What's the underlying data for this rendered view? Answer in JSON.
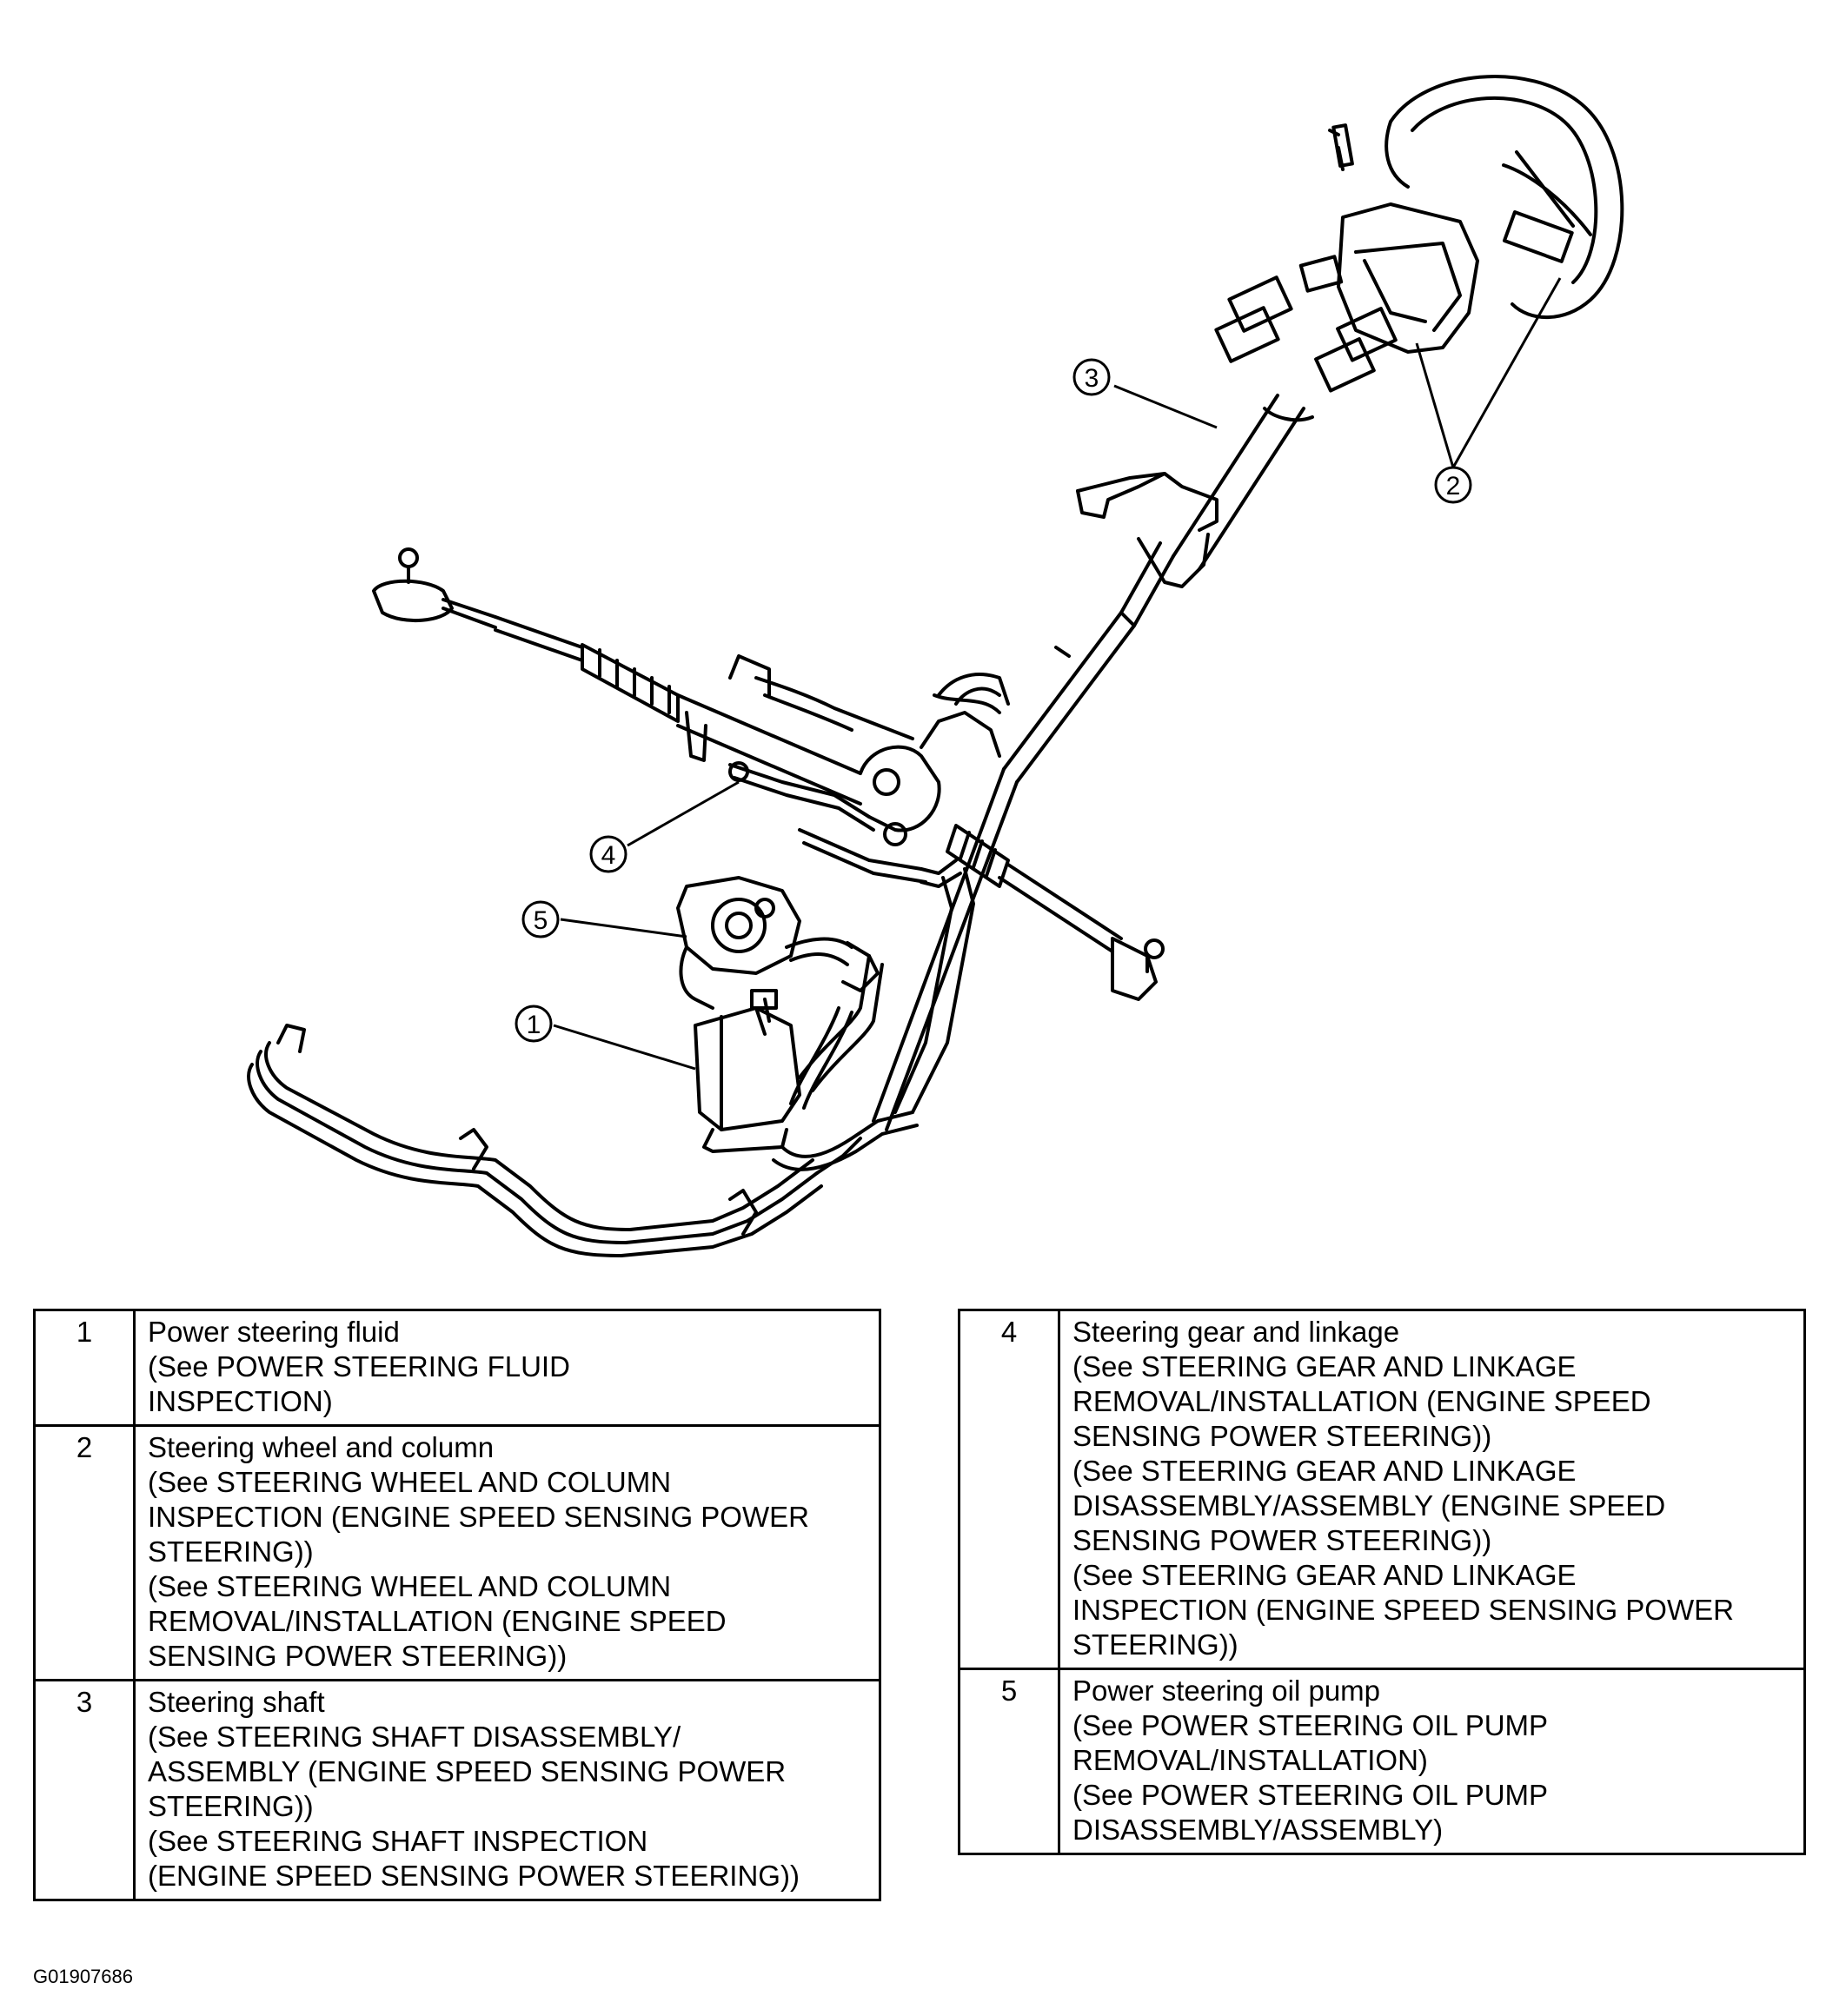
{
  "callouts": [
    "1",
    "2",
    "3",
    "4",
    "5"
  ],
  "components": [
    {
      "number": "1",
      "lines": [
        "Power steering fluid",
        "(See POWER STEERING FLUID",
        "INSPECTION)"
      ]
    },
    {
      "number": "2",
      "lines": [
        "Steering wheel and column",
        "(See STEERING WHEEL AND COLUMN",
        "INSPECTION (ENGINE SPEED SENSING POWER",
        "STEERING))",
        "(See STEERING WHEEL AND COLUMN",
        "REMOVAL/INSTALLATION (ENGINE SPEED",
        "SENSING POWER STEERING))"
      ]
    },
    {
      "number": "3",
      "lines": [
        "Steering shaft",
        "(See STEERING SHAFT DISASSEMBLY/",
        "ASSEMBLY (ENGINE SPEED SENSING POWER",
        "STEERING))",
        "(See STEERING SHAFT INSPECTION",
        "(ENGINE SPEED SENSING POWER STEERING))"
      ]
    },
    {
      "number": "4",
      "lines": [
        "Steering gear and linkage",
        "(See STEERING GEAR AND LINKAGE",
        "REMOVAL/INSTALLATION (ENGINE SPEED",
        "SENSING POWER STEERING))",
        "(See STEERING GEAR AND LINKAGE",
        "DISASSEMBLY/ASSEMBLY (ENGINE SPEED",
        "SENSING POWER STEERING))",
        "(See STEERING GEAR AND LINKAGE",
        "INSPECTION (ENGINE SPEED SENSING POWER",
        "STEERING))"
      ]
    },
    {
      "number": "5",
      "lines": [
        "Power steering oil pump",
        "(See POWER STEERING OIL PUMP",
        "REMOVAL/INSTALLATION)",
        "(See POWER STEERING OIL PUMP",
        "DISASSEMBLY/ASSEMBLY)"
      ]
    }
  ],
  "figure_id": "G01907686"
}
